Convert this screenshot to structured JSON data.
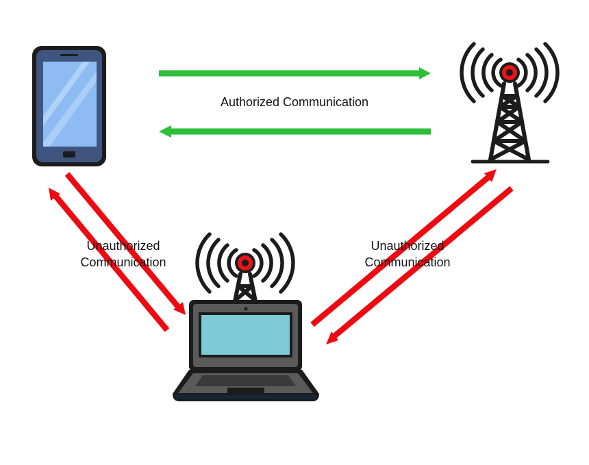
{
  "labels": {
    "authorized": "Authorized Communication",
    "unauthorized_left_line1": "Unauthorized",
    "unauthorized_left_line2": "Communication",
    "unauthorized_right_line1": "Unauthorized",
    "unauthorized_right_line2": "Communication"
  },
  "colors": {
    "authorized_arrow": "#2ebf3a",
    "unauthorized_arrow": "#ee0a10",
    "device_dark": "#1c1c1c",
    "phone_body": "#3f5580",
    "phone_screen": "#8ebcf2",
    "laptop_body": "#5a5a5a",
    "laptop_screen": "#7ecbd8",
    "signal_red": "#e8141a"
  },
  "icons": {
    "phone": "smartphone-icon",
    "tower": "cell-tower-icon",
    "laptop": "laptop-icon",
    "laptop_antenna": "rogue-antenna-icon"
  }
}
